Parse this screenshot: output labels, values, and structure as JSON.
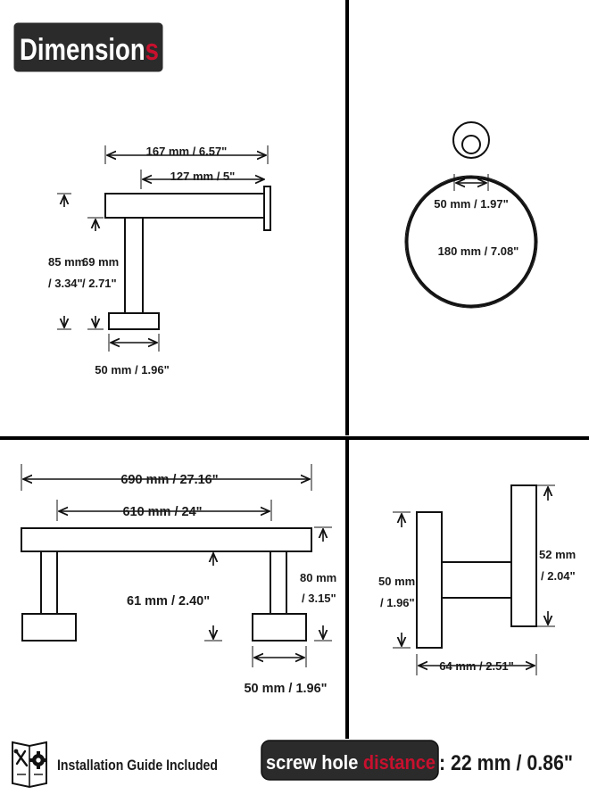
{
  "title": {
    "main": "Dimension",
    "accent": "s"
  },
  "panel_paper_holder": {
    "width_total": "167 mm / 6.57\"",
    "width_arm": "127 mm / 5\"",
    "height_total_mm": "85 mm",
    "height_total_in": "/ 3.34\"",
    "height_post_mm": "69 mm",
    "height_post_in": "/ 2.71\"",
    "base_width": "50 mm / 1.96\""
  },
  "panel_towel_ring": {
    "mount_diameter": "50 mm / 1.97\"",
    "ring_diameter": "180 mm / 7.08\""
  },
  "panel_towel_bar": {
    "total_length": "690 mm / 27.16\"",
    "bar_length": "610 mm / 24\"",
    "projection": "61 mm / 2.40\"",
    "height_mm": "80 mm",
    "height_in": "/ 3.15\"",
    "base_width": "50 mm / 1.96\""
  },
  "panel_robe_hook": {
    "base_height_mm": "50 mm",
    "base_height_in": "/ 1.96\"",
    "head_height_mm": "52 mm",
    "head_height_in": "/ 2.04\"",
    "depth": "64 mm / 2.51\""
  },
  "footer": {
    "install_label": "Installation Guide Included",
    "install_icon": "tools-manual-icon",
    "screw_prefix": "screw hole ",
    "screw_accent": "distance",
    "screw_value": ": 22 mm / 0.86\""
  },
  "colors": {
    "accent": "#c8102e",
    "badge_bg": "#2b2b2b",
    "text": "#1a1a1a",
    "line": "#111111"
  }
}
